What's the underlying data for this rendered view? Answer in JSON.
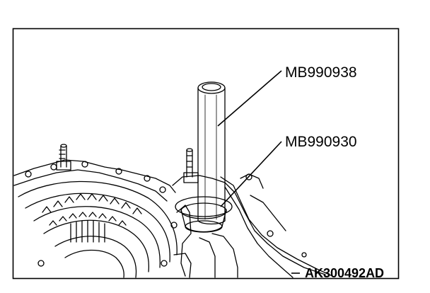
{
  "labels": {
    "tool_upper": "MB990938",
    "tool_lower": "MB990930",
    "figure_id": "AK300492AD"
  },
  "colors": {
    "line": "#000000",
    "background": "#ffffff"
  }
}
